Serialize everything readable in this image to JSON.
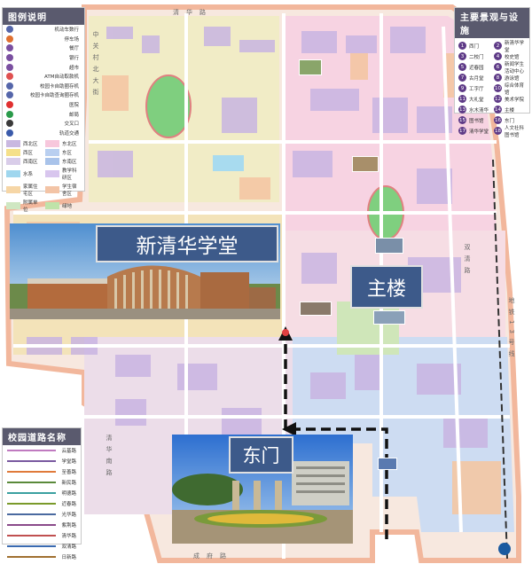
{
  "legend": {
    "title": "图例说明",
    "items": [
      {
        "label": "机动车数行",
        "icon": "parking-icon",
        "color": "#5566aa"
      },
      {
        "label": "停车场",
        "icon": "parking-lot-icon",
        "color": "#e07030"
      },
      {
        "label": "餐厅",
        "icon": "restaurant-icon",
        "color": "#7a4fa0"
      },
      {
        "label": "银行",
        "icon": "bank-icon",
        "color": "#7a4fa0"
      },
      {
        "label": "超市",
        "icon": "supermarket-icon",
        "color": "#7a4fa0"
      },
      {
        "label": "ATM自动取款机",
        "icon": "atm-icon",
        "color": "#e05050"
      },
      {
        "label": "校园卡自助圈存机",
        "icon": "card-machine-icon",
        "color": "#5566aa"
      },
      {
        "label": "校园卡自助查询圈存机",
        "icon": "card-query-icon",
        "color": "#5566aa"
      },
      {
        "label": "医院",
        "icon": "hospital-icon",
        "color": "#e03030"
      },
      {
        "label": "邮局",
        "icon": "post-office-icon",
        "color": "#2a9a4a"
      },
      {
        "label": "交叉口",
        "icon": "crossing-icon",
        "color": "#3a3a3a"
      },
      {
        "label": "轨道交通",
        "icon": "rail-icon",
        "color": "#3a5aaa"
      }
    ],
    "zones": [
      {
        "label": "西北区",
        "color": "#c9b8e0"
      },
      {
        "label": "东北区",
        "color": "#f7c7dc"
      },
      {
        "label": "西区",
        "color": "#f5e08a"
      },
      {
        "label": "东区",
        "color": "#b9cff0"
      },
      {
        "label": "西南区",
        "color": "#d9cde9"
      },
      {
        "label": "东南区",
        "color": "#a9c3ea"
      },
      {
        "label": "水系",
        "color": "#9fd6ee"
      },
      {
        "label": "教学科研区",
        "color": "#d8c6ee"
      },
      {
        "label": "家属住宅区",
        "color": "#f6d6a6"
      },
      {
        "label": "学生宿舍区",
        "color": "#f3c4a6"
      },
      {
        "label": "附属单位",
        "color": "#cfe7c2"
      },
      {
        "label": "绿地",
        "color": "#bfe3a9"
      }
    ]
  },
  "spots": {
    "title": "主要景观与设施",
    "items": [
      {
        "num": "1",
        "label": "西门"
      },
      {
        "num": "2",
        "label": "新清华学堂"
      },
      {
        "num": "3",
        "label": "二校门"
      },
      {
        "num": "4",
        "label": "校史馆"
      },
      {
        "num": "5",
        "label": "近春园"
      },
      {
        "num": "6",
        "label": "新闻学生活动中心"
      },
      {
        "num": "7",
        "label": "古月堂"
      },
      {
        "num": "8",
        "label": "游泳馆"
      },
      {
        "num": "9",
        "label": "工字厅"
      },
      {
        "num": "10",
        "label": "综合体育馆"
      },
      {
        "num": "11",
        "label": "大礼堂"
      },
      {
        "num": "12",
        "label": "美术学院"
      },
      {
        "num": "13",
        "label": "水木清华"
      },
      {
        "num": "14",
        "label": "主楼"
      },
      {
        "num": "15",
        "label": "图书馆"
      },
      {
        "num": "16",
        "label": "东门"
      },
      {
        "num": "17",
        "label": "清华学堂"
      },
      {
        "num": "18",
        "label": "人文社科图书馆"
      }
    ]
  },
  "roads": {
    "title": "校园道路名称",
    "items": [
      {
        "label": "云基路",
        "color": "#c07ac0"
      },
      {
        "label": "学堂路",
        "color": "#7a5aa0"
      },
      {
        "label": "至善路",
        "color": "#e07a3a"
      },
      {
        "label": "新民路",
        "color": "#5a8a3a"
      },
      {
        "label": "明德路",
        "color": "#3aa0a0"
      },
      {
        "label": "近春路",
        "color": "#7a9a2a"
      },
      {
        "label": "光华路",
        "color": "#4a6aa0"
      },
      {
        "label": "紫荆路",
        "color": "#8a4a8a"
      },
      {
        "label": "清华路",
        "color": "#c05050"
      },
      {
        "label": "双清路",
        "color": "#3a6ab0"
      },
      {
        "label": "日新路",
        "color": "#a07030"
      }
    ]
  },
  "boundary_roads": {
    "north": "清华路",
    "south": "成府路",
    "east": "中关村北大街",
    "west": "清华南路",
    "east_main": "双清路",
    "east_side": "地铁13号线"
  },
  "callouts": {
    "xinqinghua": "新清华学堂",
    "zhulou": "主楼",
    "dongmen": "东门"
  },
  "colors": {
    "callout_bg": "#3d5a8a",
    "route_color": "#111111",
    "map_edge": "#f4c7a8"
  }
}
